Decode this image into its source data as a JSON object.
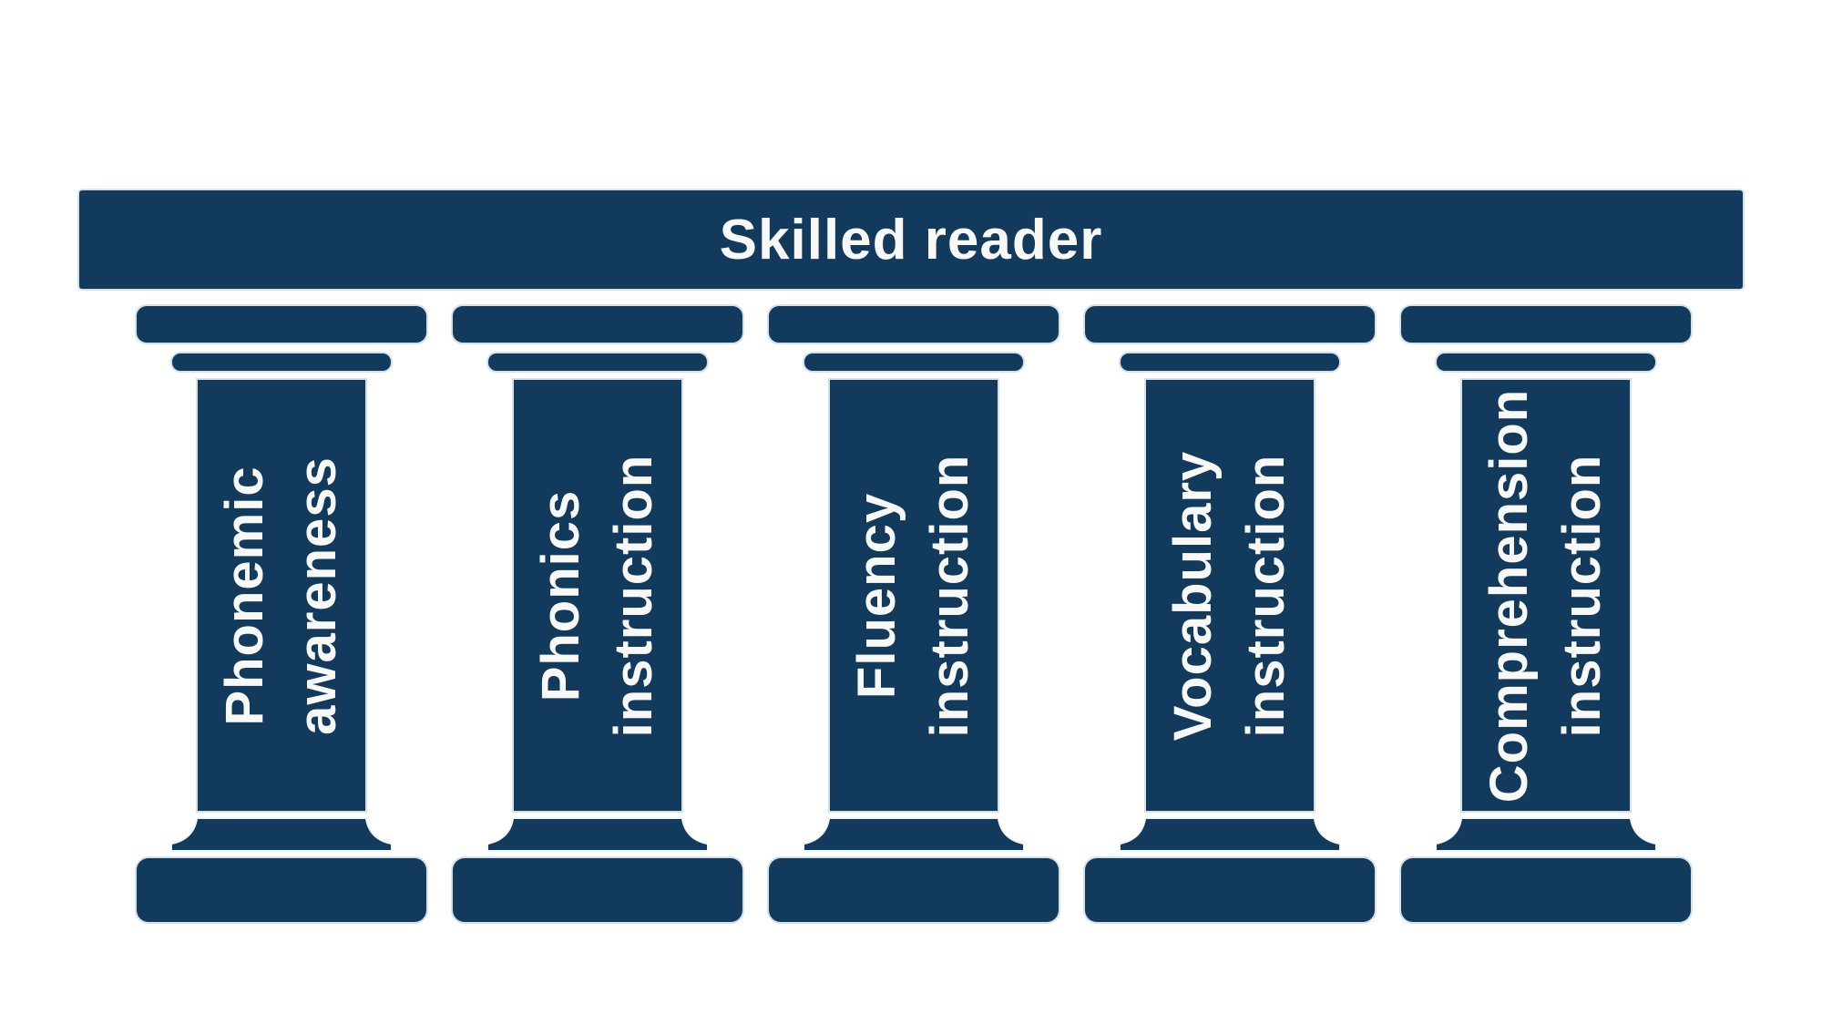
{
  "beam": {
    "title": "Skilled reader"
  },
  "pillars": [
    {
      "line1": "Phonemic",
      "line2": "awareness"
    },
    {
      "line1": "Phonics",
      "line2": "instruction"
    },
    {
      "line1": "Fluency",
      "line2": "instruction"
    },
    {
      "line1": "Vocabulary",
      "line2": "instruction"
    },
    {
      "line1": "Comprehension",
      "line2": "instruction"
    }
  ],
  "colors": {
    "navy": "#113a5c",
    "text": "#f8f9f6",
    "background": "#ffffff"
  }
}
